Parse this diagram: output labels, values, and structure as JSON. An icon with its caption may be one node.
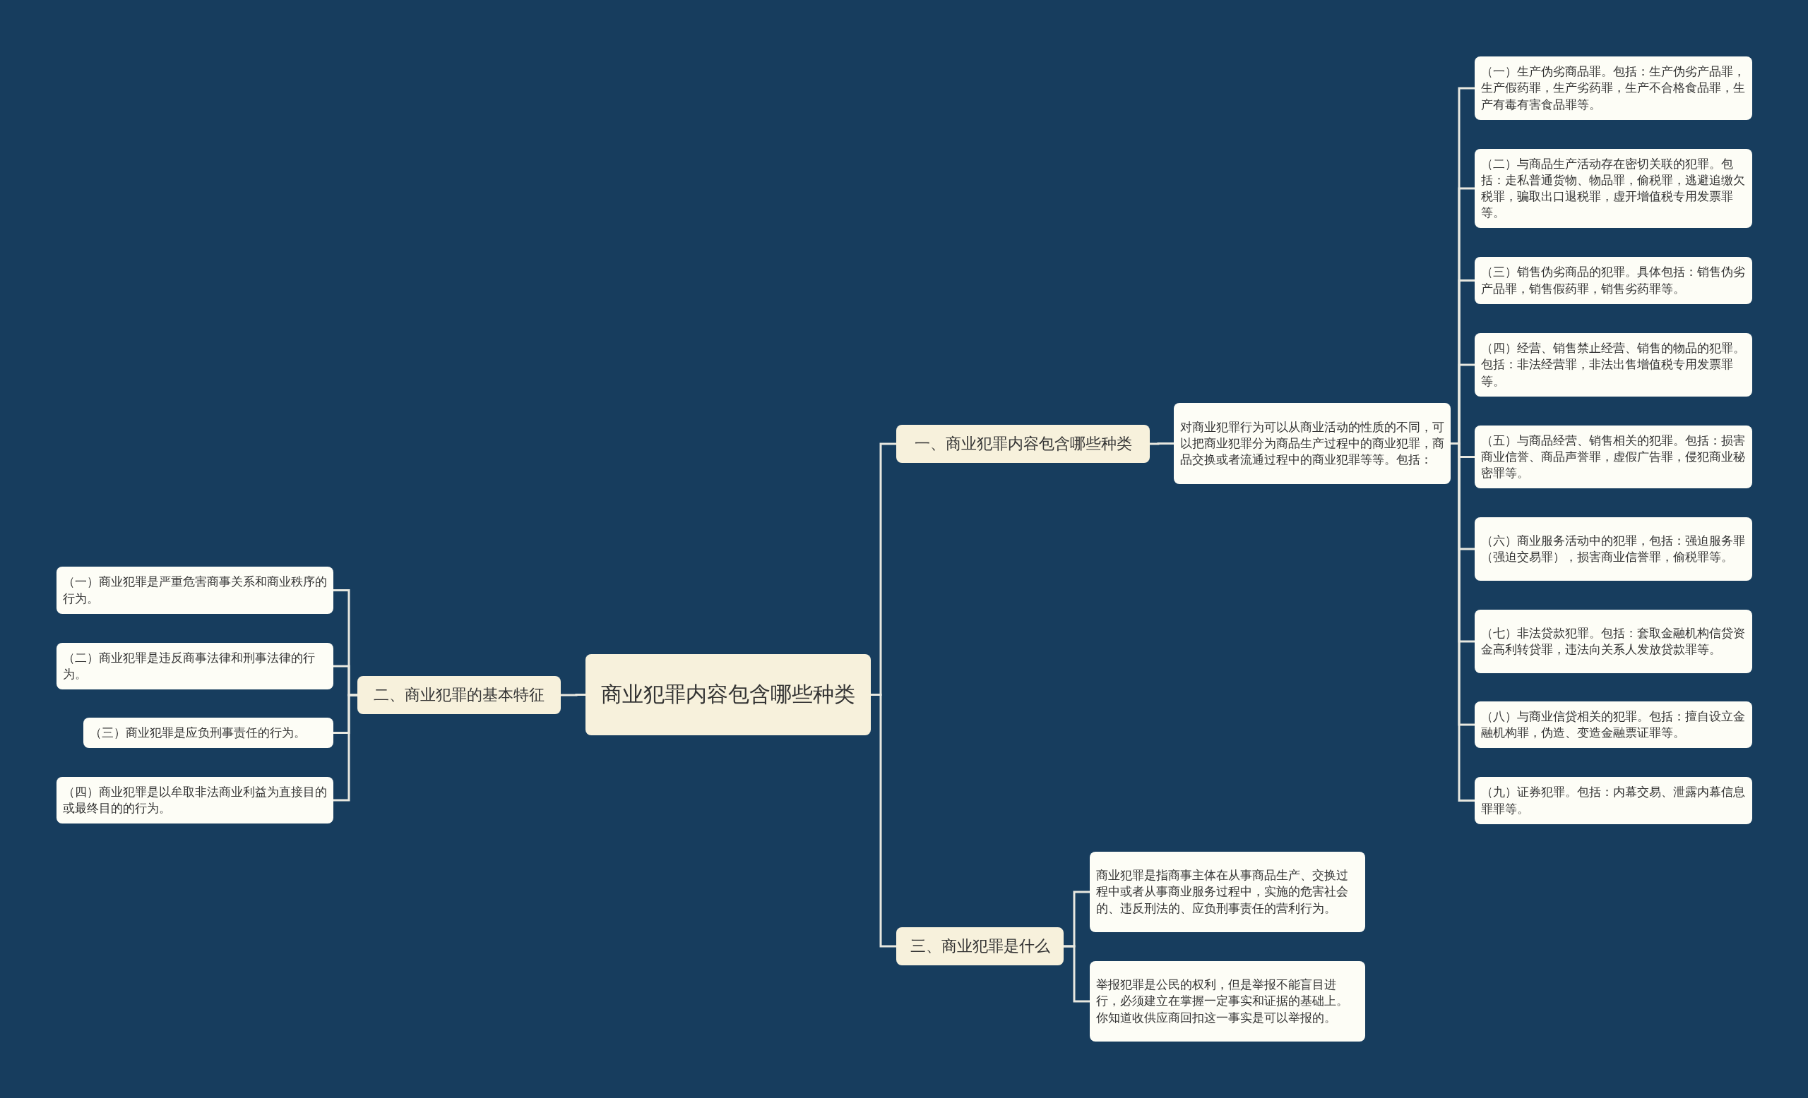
{
  "diagram": {
    "nodes": [
      {
        "text": [
          "商业犯罪内容包含哪些种类"
        ]
      },
      {
        "text": [
          "一、商业犯罪内容包含哪些种类"
        ]
      },
      {
        "text": [
          "对商业犯罪行为可以从商业活动的性质的不同，可以把商业犯罪分为商品生产过程中的商业犯罪，商品交换或者流通过程中的商业犯罪等等。包括："
        ]
      },
      {
        "text": [
          "（一）生产伪劣商品罪。包括：生产伪劣产品罪，生产假药罪，生产劣药罪，生产不合格食品罪，生产有毒有害食品罪等。"
        ]
      },
      {
        "text": [
          "（二）与商品生产活动存在密切关联的犯罪。包括：走私普通货物、物品罪，偷税罪，逃避追缴欠税罪，骗取出口退税罪，虚开增值税专用发票罪等。"
        ]
      },
      {
        "text": [
          "（三）销售伪劣商品的犯罪。具体包括：销售伪劣产品罪，销售假药罪，销售劣药罪等。"
        ]
      },
      {
        "text": [
          "（四）经营、销售禁止经营、销售的物品的犯罪。包括：非法经营罪，非法出售增值税专用发票罪等。"
        ]
      },
      {
        "text": [
          "（五）与商品经营、销售相关的犯罪。包括：损害商业信誉、商品声誉罪，虚假广告罪，侵犯商业秘密罪等。"
        ]
      },
      {
        "text": [
          "（六）商业服务活动中的犯罪，包括：强迫服务罪（强迫交易罪），损害商业信誉罪，偷税罪等。"
        ]
      },
      {
        "text": [
          "（七）非法贷款犯罪。包括：套取金融机构信贷资金高利转贷罪，违法向关系人发放贷款罪等。"
        ]
      },
      {
        "text": [
          "（八）与商业信贷相关的犯罪。包括：擅自设立金融机构罪，伪造、变造金融票证罪等。"
        ]
      },
      {
        "text": [
          "（九）证券犯罪。包括：内幕交易、泄露内幕信息罪罪等。"
        ]
      },
      {
        "text": [
          "二、商业犯罪的基本特征"
        ]
      },
      {
        "text": [
          "（一）商业犯罪是严重危害商事关系和商业秩序的行为。"
        ]
      },
      {
        "text": [
          "（二）商业犯罪是违反商事法律和刑事法律的行为。"
        ]
      },
      {
        "text": [
          "（三）商业犯罪是应负刑事责任的行为。"
        ]
      },
      {
        "text": [
          "（四）商业犯罪是以牟取非法商业利益为直接目的或最终目的的行为。"
        ]
      },
      {
        "text": [
          "三、商业犯罪是什么"
        ]
      },
      {
        "text": [
          "商业犯罪是指商事主体在从事商品生产、交换过程中或者从事商业服务过程中，实施的危害社会的、违反刑法的、应负刑事责任的营利行为。"
        ]
      },
      {
        "text": [
          "举报犯罪是公民的权利，但是举报不能盲目进行，必须建立在掌握一定事实和证据的基础上。你知道收供应商回扣这一事实是可以举报的。"
        ]
      }
    ],
    "edges": [
      {
        "from": 0,
        "to": 1,
        "arrow": "none"
      },
      {
        "from": 1,
        "to": 2,
        "arrow": "none"
      },
      {
        "from": 2,
        "to": 3,
        "arrow": "none"
      },
      {
        "from": 2,
        "to": 4,
        "arrow": "none"
      },
      {
        "from": 2,
        "to": 5,
        "arrow": "none"
      },
      {
        "from": 2,
        "to": 6,
        "arrow": "none"
      },
      {
        "from": 2,
        "to": 7,
        "arrow": "none"
      },
      {
        "from": 2,
        "to": 8,
        "arrow": "none"
      },
      {
        "from": 2,
        "to": 9,
        "arrow": "none"
      },
      {
        "from": 2,
        "to": 10,
        "arrow": "none"
      },
      {
        "from": 2,
        "to": 11,
        "arrow": "none"
      },
      {
        "from": 0,
        "to": 12,
        "arrow": "none"
      },
      {
        "from": 12,
        "to": 13,
        "arrow": "none"
      },
      {
        "from": 12,
        "to": 14,
        "arrow": "none"
      },
      {
        "from": 12,
        "to": 15,
        "arrow": "none"
      },
      {
        "from": 12,
        "to": 16,
        "arrow": "none"
      },
      {
        "from": 0,
        "to": 17,
        "arrow": "none"
      },
      {
        "from": 17,
        "to": 18,
        "arrow": "none"
      },
      {
        "from": 17,
        "to": 19,
        "arrow": "none"
      }
    ]
  }
}
